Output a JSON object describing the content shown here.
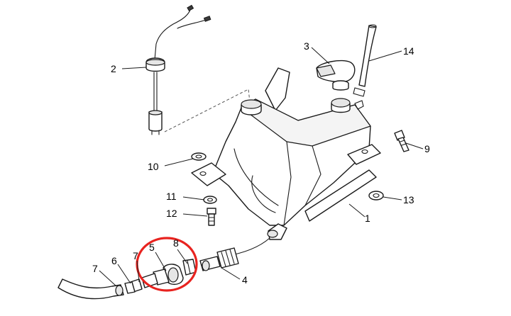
{
  "diagram": {
    "callouts": [
      {
        "id": "c1",
        "label": "1"
      },
      {
        "id": "c2",
        "label": "2"
      },
      {
        "id": "c3",
        "label": "3"
      },
      {
        "id": "c4",
        "label": "4"
      },
      {
        "id": "c5",
        "label": "5"
      },
      {
        "id": "c6",
        "label": "6"
      },
      {
        "id": "c7a",
        "label": "7"
      },
      {
        "id": "c7b",
        "label": "7"
      },
      {
        "id": "c8",
        "label": "8"
      },
      {
        "id": "c9",
        "label": "9"
      },
      {
        "id": "c10",
        "label": "10"
      },
      {
        "id": "c11",
        "label": "11"
      },
      {
        "id": "c12",
        "label": "12"
      },
      {
        "id": "c13",
        "label": "13"
      },
      {
        "id": "c14",
        "label": "14"
      }
    ],
    "highlight_color": "#e8231f"
  }
}
